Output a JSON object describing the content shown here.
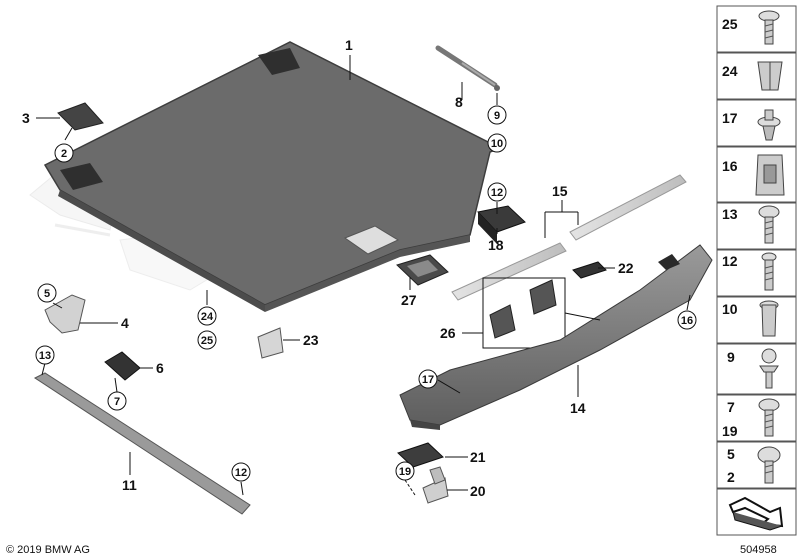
{
  "callouts": {
    "c1": "1",
    "c2": "2",
    "c3": "3",
    "c4": "4",
    "c5": "5",
    "c6": "6",
    "c7": "7",
    "c8": "8",
    "c9": "9",
    "c10": "10",
    "c11": "11",
    "c12a": "12",
    "c12b": "12",
    "c13": "13",
    "c14": "14",
    "c15": "15",
    "c16": "16",
    "c17": "17",
    "c18": "18",
    "c19": "19",
    "c20": "20",
    "c21": "21",
    "c22": "22",
    "c23": "23",
    "c24": "24",
    "c25": "25",
    "c26": "26",
    "c27": "27"
  },
  "side_panel": {
    "cells": [
      {
        "labels": [
          "25"
        ],
        "icon": "screw-icon"
      },
      {
        "labels": [
          "24"
        ],
        "icon": "expanding-nut-icon"
      },
      {
        "labels": [
          "17"
        ],
        "icon": "expanding-rivet-icon"
      },
      {
        "labels": [
          "16"
        ],
        "icon": "clip-nut-icon"
      },
      {
        "labels": [
          "13"
        ],
        "icon": "screw-icon"
      },
      {
        "labels": [
          "12"
        ],
        "icon": "screw-icon"
      },
      {
        "labels": [
          "10"
        ],
        "icon": "rivet-nut-icon"
      },
      {
        "labels": [
          "9"
        ],
        "icon": "ball-stud-icon"
      },
      {
        "labels": [
          "7",
          "19"
        ],
        "icon": "torx-screw-icon"
      },
      {
        "labels": [
          "5",
          "2"
        ],
        "icon": "torx-screw-icon"
      },
      {
        "labels": [],
        "icon": "direction-arrow-icon"
      }
    ]
  },
  "footer": {
    "copyright": "© 2019 BMW AG",
    "diagram_number": "504958"
  }
}
